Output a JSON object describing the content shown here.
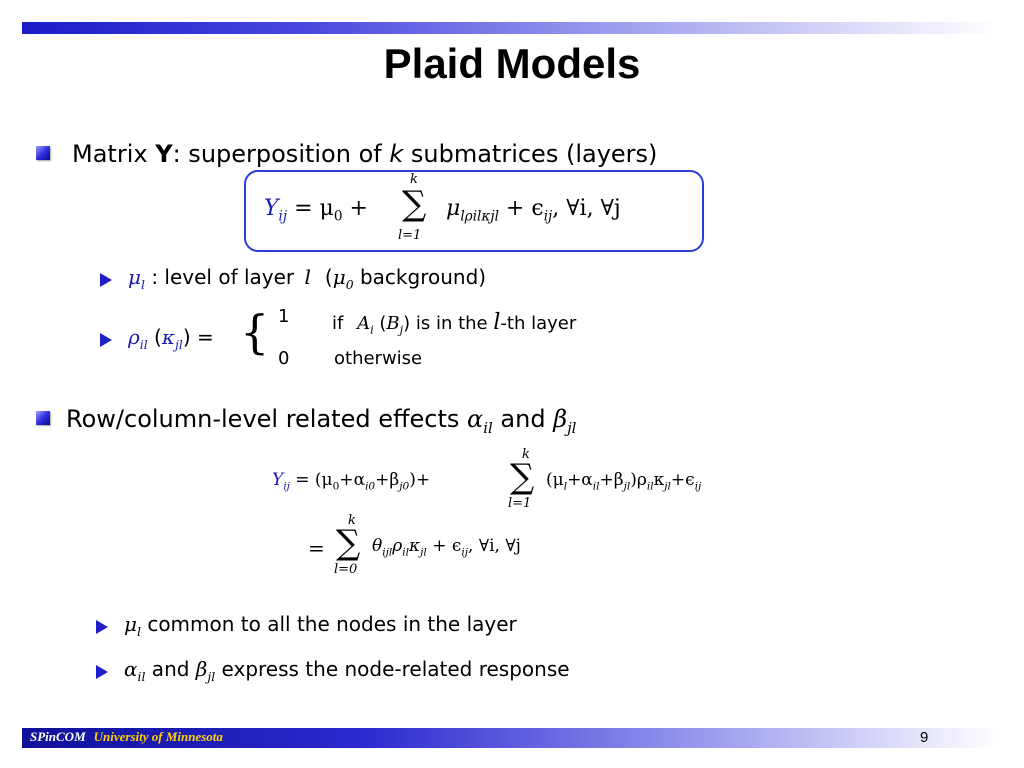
{
  "slide": {
    "title": "Plaid Models",
    "page_number": "9"
  },
  "bullet1": {
    "pre": "Matrix ",
    "bold": "Y",
    "post": ": superposition of ",
    "k": "k",
    "tail": " submatrices (layers)"
  },
  "eq1": {
    "lhs": "Y",
    "lhs_sub": "ij",
    "rhs": "= μ",
    "mu0_sub": "0",
    "plus": " + ",
    "sum_top": "k",
    "sum_bottom": "l=1",
    "term": "μ",
    "term_rest_subs": "lρ",
    "term2": "ilκ",
    "term3": "jl",
    "tail": " + ϵ",
    "tail_sub": "ij",
    "quant": ",    ∀i,  ∀j"
  },
  "sub1": {
    "mu": "μ",
    "mu_sub": "l",
    "text": " : level of layer ",
    "l": "l",
    "paren_open": "(",
    "mu0": "μ",
    "mu0_sub": "0",
    "text2": " background)"
  },
  "sub2": {
    "rho": "ρ",
    "rho_sub": "il",
    "paren_open": " (",
    "kappa": "κ",
    "kappa_sub": "jl",
    "paren_close": ") =",
    "brace": "{",
    "case1_val": "1",
    "case1_if": "if",
    "case1_A": "A",
    "case1_A_sub": "i",
    "case1_B_open": " (",
    "case1_B": "B",
    "case1_B_sub": "j",
    "case1_B_close": ")",
    "case1_text": " is in the ",
    "case1_l": "l",
    "case1_tail": "-th layer",
    "case2_val": "0",
    "case2_text": "otherwise"
  },
  "bullet2": {
    "text": "Row/column-level related effects ",
    "alpha": "α",
    "alpha_sub": "il",
    "and": " and ",
    "beta": "β",
    "beta_sub": "jl"
  },
  "eq2": {
    "line1_lhs": "Y",
    "line1_lhs_sub": "ij",
    "line1_part1": "= (μ",
    "s_0a": "0",
    "line1_part2": "+α",
    "s_i0": "i0",
    "line1_part3": "+β",
    "s_j0": "j0",
    "line1_part4": ")+",
    "sum1_top": "k",
    "sum1_bottom": "l=1",
    "line1_part5": "(μ",
    "s_l": "l",
    "line1_part6": "+α",
    "s_il": "il",
    "line1_part7": "+β",
    "s_jl": "jl",
    "line1_part8": ")ρ",
    "s_il2": "il",
    "line1_part9": "κ",
    "s_jl2": "jl",
    "line1_part10": "+ϵ",
    "s_ij": "ij",
    "line2_eq": "=",
    "sum2_top": "k",
    "sum2_bottom": "l=0",
    "line2_theta": "θ",
    "s_ijl": "ijl",
    "line2_rho": "ρ",
    "s_il3": "il",
    "line2_kappa": "κ",
    "s_jl3": "jl",
    "line2_eps": " + ϵ",
    "s_ij2": "ij",
    "line2_quant": ",    ∀i,  ∀j"
  },
  "sub3": {
    "mu": "μ",
    "mu_sub": "l",
    "text": "  common to all the nodes in the layer"
  },
  "sub4": {
    "alpha": "α",
    "alpha_sub": "il",
    "and": " and ",
    "beta": "β",
    "beta_sub": "jl",
    "text": " express the node-related response"
  },
  "footer": {
    "org": "SPinCOM",
    "university": "University of Minnesota"
  }
}
